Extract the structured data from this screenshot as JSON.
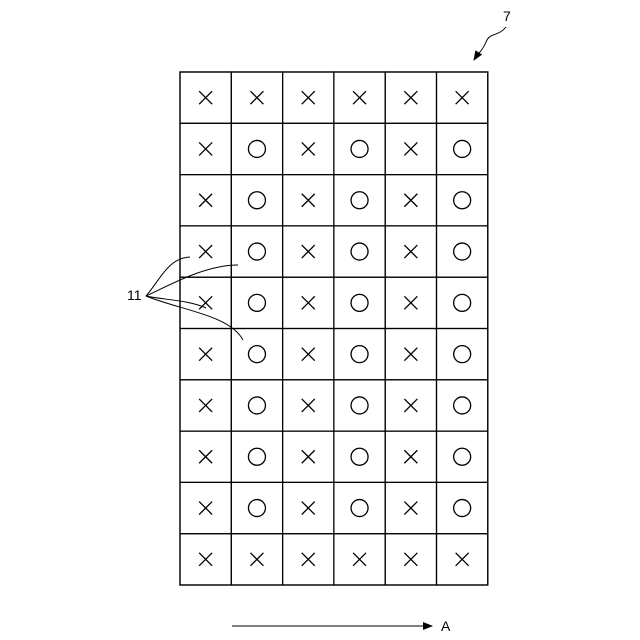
{
  "labels": {
    "grid_ref": "7",
    "cells_ref": "11",
    "direction": "A"
  },
  "grid": {
    "rows": [
      [
        "x",
        "x",
        "x",
        "x",
        "x",
        "x"
      ],
      [
        "x",
        "o",
        "x",
        "o",
        "x",
        "o"
      ],
      [
        "x",
        "o",
        "x",
        "o",
        "x",
        "o"
      ],
      [
        "x",
        "o",
        "x",
        "o",
        "x",
        "o"
      ],
      [
        "x",
        "o",
        "x",
        "o",
        "x",
        "o"
      ],
      [
        "x",
        "o",
        "x",
        "o",
        "x",
        "o"
      ],
      [
        "x",
        "o",
        "x",
        "o",
        "x",
        "o"
      ],
      [
        "x",
        "o",
        "x",
        "o",
        "x",
        "o"
      ],
      [
        "x",
        "o",
        "x",
        "o",
        "x",
        "o"
      ],
      [
        "x",
        "x",
        "x",
        "x",
        "x",
        "x"
      ]
    ]
  }
}
